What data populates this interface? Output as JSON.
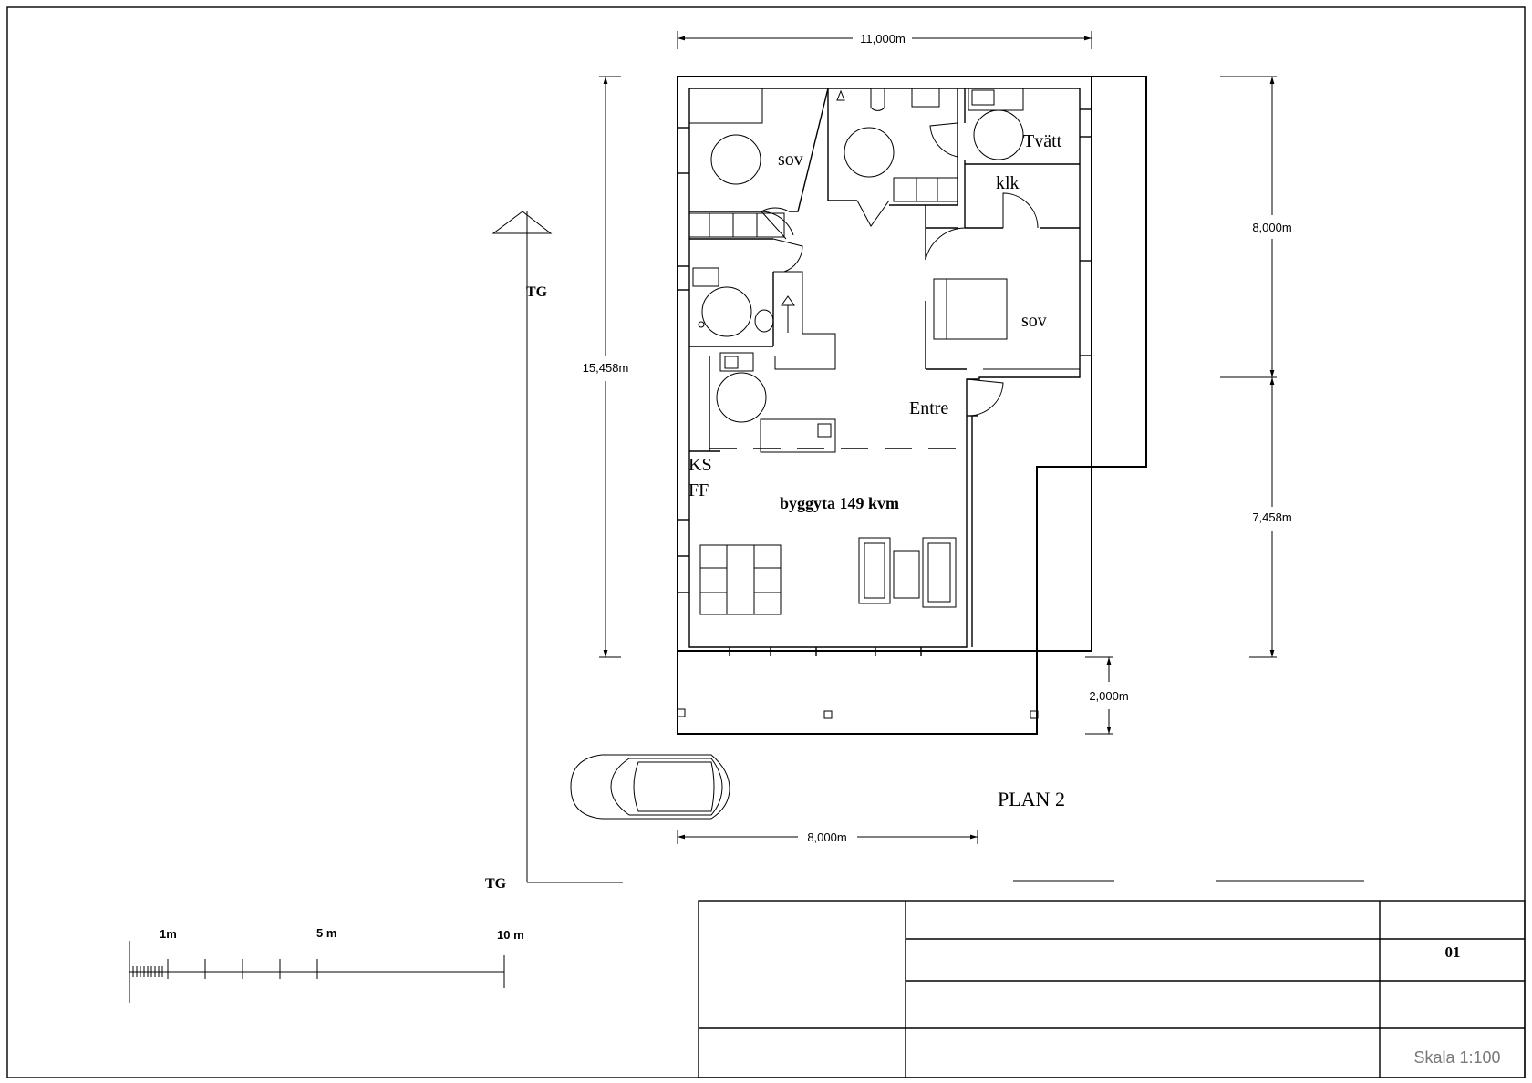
{
  "rooms": {
    "sov_top": "sov",
    "tvatt": "Tvätt",
    "klk": "klk",
    "sov_right": "sov",
    "entre": "Entre",
    "ks": "KS",
    "ff": "FF",
    "area": "byggyta 149 kvm"
  },
  "dimensions": {
    "top_width": "11,000m",
    "left_height": "15,458m",
    "right_upper": "8,000m",
    "right_lower": "7,458m",
    "terrace": "2,000m",
    "bottom_width": "8,000m"
  },
  "plan_title": "PLAN 2",
  "ground": {
    "tg_top": "TG",
    "tg_bottom": "TG"
  },
  "scale_bar": {
    "label_1": "1m",
    "label_5": "5 m",
    "label_10": "10 m"
  },
  "title_block": {
    "sheet_no": "01",
    "scale": "Skala 1:100"
  }
}
